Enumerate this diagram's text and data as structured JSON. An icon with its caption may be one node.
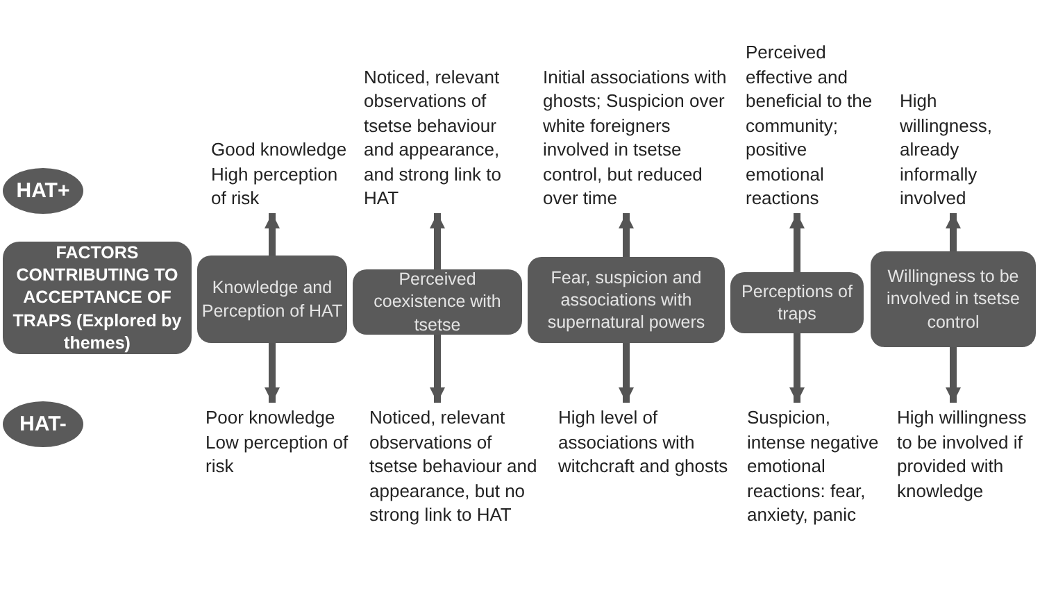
{
  "diagram": {
    "nodes": [
      {
        "text": [
          "HAT+"
        ]
      },
      {
        "text": [
          "Good knowledge High perception of risk"
        ]
      },
      {
        "text": [
          "Noticed, relevant observations of tsetse behaviour and appearance, and strong link to HAT"
        ]
      },
      {
        "text": [
          "Initial associations with ghosts; Suspicion over white foreigners involved in tsetse control, but reduced over time"
        ]
      },
      {
        "text": [
          "Perceived effective and beneficial to the community; positive emotional reactions"
        ]
      },
      {
        "text": [
          "High willingness, already informally involved"
        ]
      },
      {
        "text": [
          "FACTORS CONTRIBUTING TO ACCEPTANCE OF TRAPS (Explored by themes)"
        ]
      },
      {
        "text": [
          "Knowledge and Perception of HAT"
        ]
      },
      {
        "text": [
          "Perceived coexistence with tsetse"
        ]
      },
      {
        "text": [
          "Fear, suspicion and associations with supernatural powers"
        ]
      },
      {
        "text": [
          "Perceptions of traps"
        ]
      },
      {
        "text": [
          "Willingness to be involved in tsetse control"
        ]
      },
      {
        "text": [
          "HAT-"
        ]
      },
      {
        "text": [
          "Poor knowledge Low perception of risk"
        ]
      },
      {
        "text": [
          "Noticed, relevant observations of tsetse behaviour and appearance, but no strong link to HAT"
        ]
      },
      {
        "text": [
          "High level of associations with witchcraft and ghosts"
        ]
      },
      {
        "text": [
          "Suspicion, intense negative emotional reactions: fear, anxiety, panic"
        ]
      },
      {
        "text": [
          "High willingness to be involved if provided with knowledge"
        ]
      }
    ],
    "edges": [
      {
        "from": 7,
        "to": 1,
        "arrow": "to"
      },
      {
        "from": 7,
        "to": 13,
        "arrow": "to"
      },
      {
        "from": 8,
        "to": 2,
        "arrow": "to"
      },
      {
        "from": 8,
        "to": 14,
        "arrow": "to"
      },
      {
        "from": 9,
        "to": 3,
        "arrow": "to"
      },
      {
        "from": 9,
        "to": 15,
        "arrow": "to"
      },
      {
        "from": 10,
        "to": 4,
        "arrow": "to"
      },
      {
        "from": 10,
        "to": 16,
        "arrow": "to"
      },
      {
        "from": 11,
        "to": 5,
        "arrow": "to"
      },
      {
        "from": 11,
        "to": 17,
        "arrow": "to"
      }
    ]
  }
}
